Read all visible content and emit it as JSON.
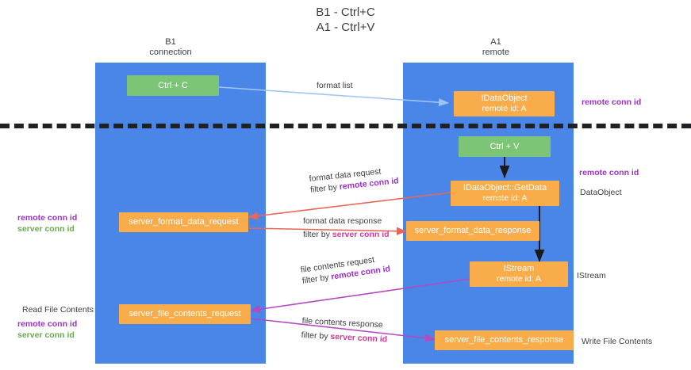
{
  "title": {
    "line1": "B1 - Ctrl+C",
    "line2": "A1 - Ctrl+V"
  },
  "columns": [
    {
      "name": "B1",
      "sub": "connection"
    },
    {
      "name": "A1",
      "sub": "remote"
    }
  ],
  "nodes": {
    "ctrl_c": {
      "label": "Ctrl + C"
    },
    "idataobject": {
      "line1": "IDataObject",
      "line2": "remote id: A"
    },
    "ctrl_v": {
      "label": "Ctrl + V"
    },
    "getdata": {
      "line1": "IDataObject::GetData",
      "line2": "remote id: A"
    },
    "server_format_data_request": {
      "label": "server_format_data_request"
    },
    "server_format_data_response": {
      "label": "server_format_data_response"
    },
    "istream": {
      "line1": "IStream",
      "line2": "remote id: A"
    },
    "server_file_contents_request": {
      "label": "server_file_contents_request"
    },
    "server_file_contents_response": {
      "label": "server_file_contents_response"
    }
  },
  "edges": {
    "format_list": "format list",
    "format_data_request": "format data request",
    "format_data_request_filter_prefix": "filter by ",
    "format_data_request_filter_key": "remote conn id",
    "format_data_response": "format data response",
    "format_data_response_filter_prefix": "filter by ",
    "format_data_response_filter_key": "server conn id",
    "file_contents_request": "file contents request",
    "file_contents_request_filter_prefix": "filter by ",
    "file_contents_request_filter_key": "remote conn id",
    "file_contents_response": "file contents response",
    "file_contents_response_filter_prefix": "filter by ",
    "file_contents_response_filter_key": "server conn id"
  },
  "annotations": {
    "right_remote_conn_id_top": "remote conn id",
    "right_remote_conn_id_mid": "remote conn id",
    "right_dataobject": "DataObject",
    "right_istream": "IStream",
    "right_write_file_contents": "Write File Contents",
    "left_remote_conn_id": "remote conn id",
    "left_server_conn_id": "server conn id",
    "left_read_file_contents": "Read File Contents",
    "left_bottom_remote_conn_id": "remote conn id",
    "left_bottom_server_conn_id": "server conn id"
  },
  "colors": {
    "lane": "#4a86e8",
    "green_node": "#7cc576",
    "orange_node": "#f9ac4a",
    "remote_conn_id": "#9b30c8",
    "server_conn_id": "#6aa84f",
    "filter_server_conn_id": "#d9399b",
    "arrow_red": "#e8665a",
    "arrow_blue": "#9fc5f8",
    "arrow_purple": "#b44ac0",
    "divider": "#202124"
  }
}
